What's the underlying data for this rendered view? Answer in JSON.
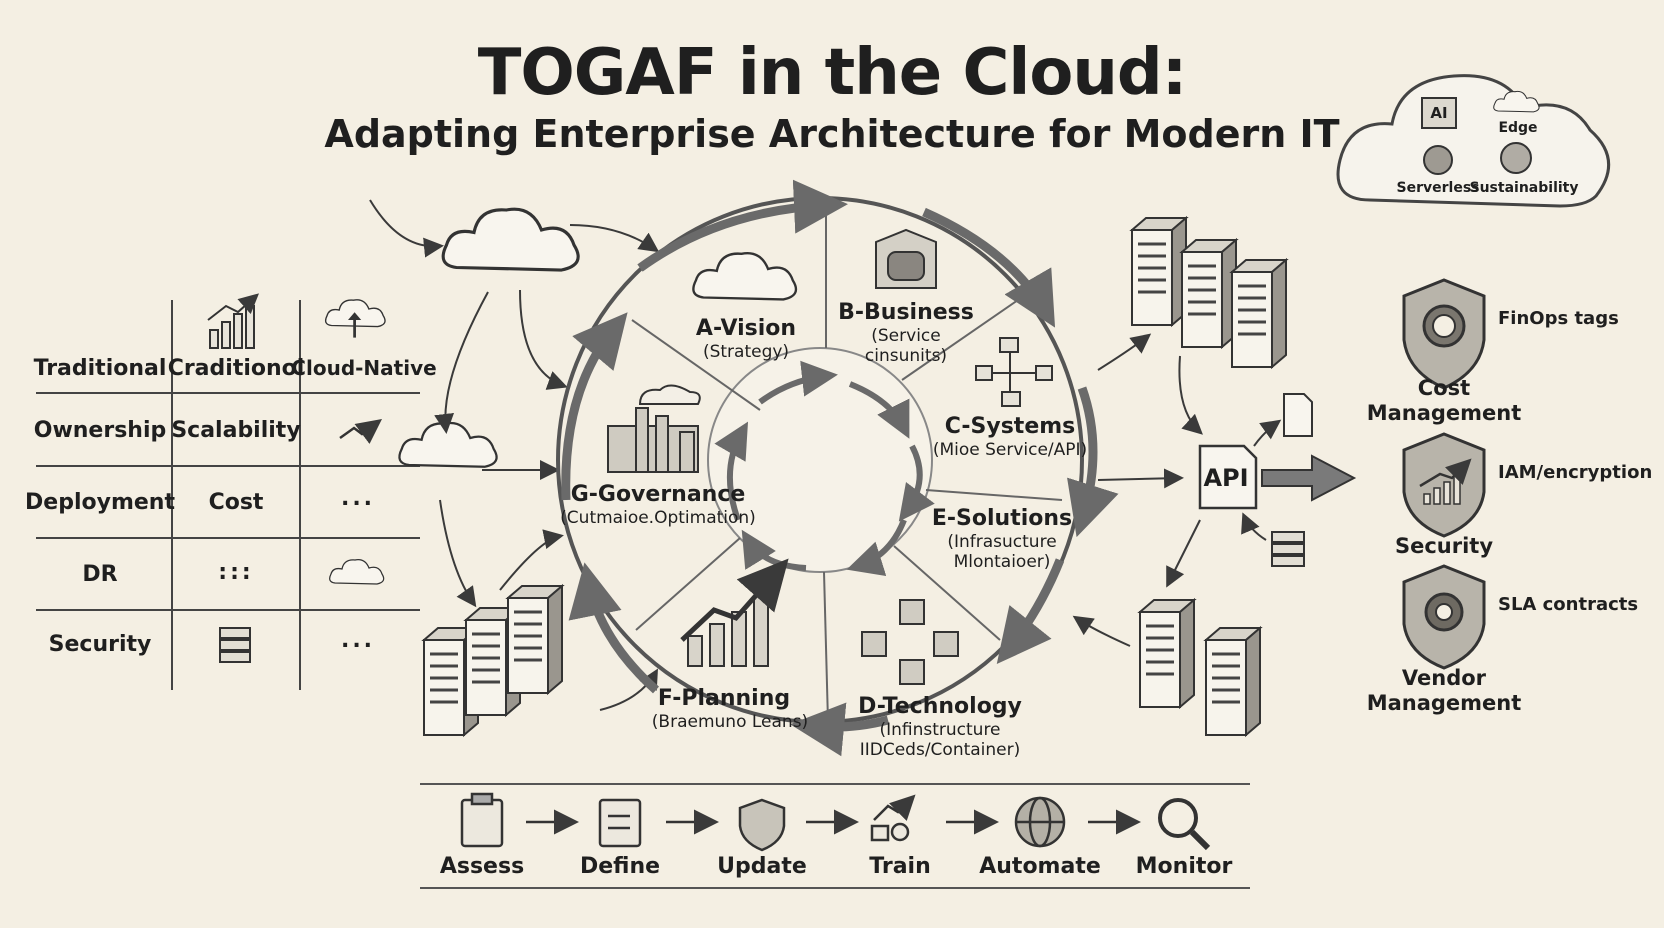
{
  "title": "TOGAF in the Cloud:",
  "subtitle": "Adapting Enterprise Architecture for Modern IT",
  "comparison": {
    "headers": [
      "Traditional",
      "Craditionol",
      "Cloud-Native"
    ],
    "rows": [
      {
        "label": "Ownership",
        "middle": "Scalability",
        "right": "trend-arrow-icon"
      },
      {
        "label": "Deployment",
        "middle": "Cost",
        "right": "..."
      },
      {
        "label": "DR",
        "middle": ":::",
        "right": "cloud-icon"
      },
      {
        "label": "Security",
        "middle": "server-stack-icon",
        "right": "..."
      }
    ]
  },
  "adm": {
    "phases": [
      {
        "name": "A-Vision",
        "detail": "(Strategy)"
      },
      {
        "name": "B-Business",
        "detail": "(Service\ncinsunits)"
      },
      {
        "name": "C-Systems",
        "detail": "(Mioe Service/API)"
      },
      {
        "name": "E-Solutions",
        "detail": "(Infrasucture\nMlontaioer)"
      },
      {
        "name": "D-Technology",
        "detail": "(Infinstructure\nIIDCeds/Container)"
      },
      {
        "name": "F-Planning",
        "detail": "(Braemuno Leans)"
      },
      {
        "name": "G-Governance",
        "detail": "(Cutmaioe.Optimation)"
      }
    ]
  },
  "cloud_badge": {
    "items": [
      "AI",
      "Edge",
      "Serverless",
      "Sustainability"
    ]
  },
  "api_label": "API",
  "right_panel": [
    {
      "title": "Cost\nManagement",
      "tag": "FinOps tags"
    },
    {
      "title": "Security",
      "tag": "IAM/encryption"
    },
    {
      "title": "Vendor\nManagement",
      "tag": "SLA contracts"
    }
  ],
  "steps": [
    "Assess",
    "Define",
    "Update",
    "Train",
    "Automate",
    "Monitor"
  ],
  "colors": {
    "background": "#f4efe3",
    "ink": "#2a2a2a",
    "shade": "#8a8a8a"
  }
}
